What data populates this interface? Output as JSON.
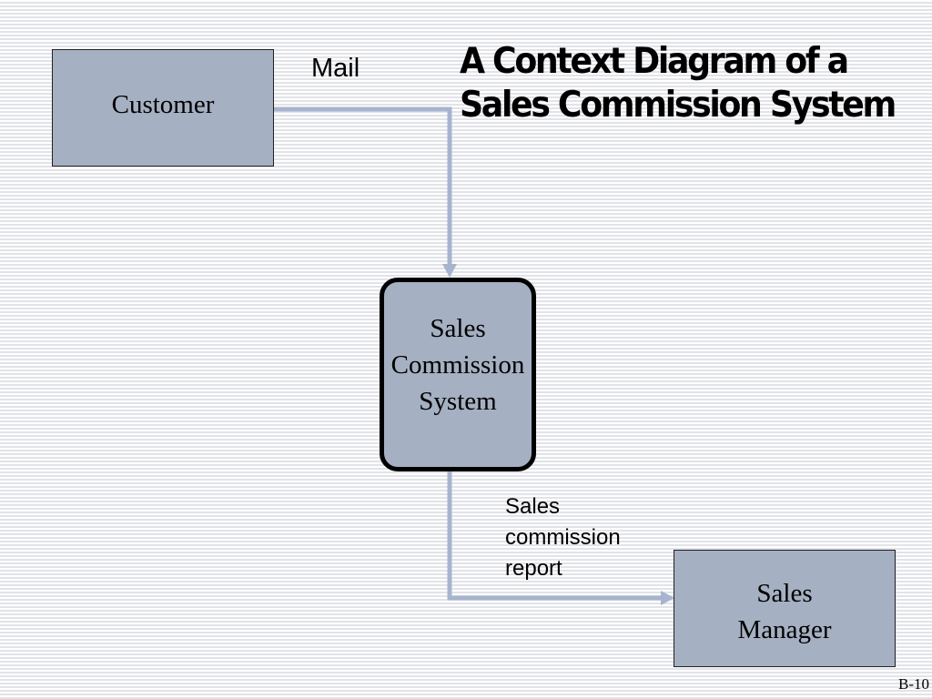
{
  "title": {
    "line1": "A Context Diagram of a",
    "line2": "Sales Commission System"
  },
  "nodes": {
    "customer": "Customer",
    "process": [
      "Sales",
      "Commission",
      "System"
    ],
    "manager": [
      "Sales",
      "Manager"
    ]
  },
  "flows": {
    "mail": "Mail",
    "report": [
      "Sales",
      "commission",
      "report"
    ]
  },
  "slide_number": "B-10",
  "colors": {
    "box_fill": "#a5b0c2",
    "arrow": "#a6b4cf",
    "process_border": "#000000"
  }
}
